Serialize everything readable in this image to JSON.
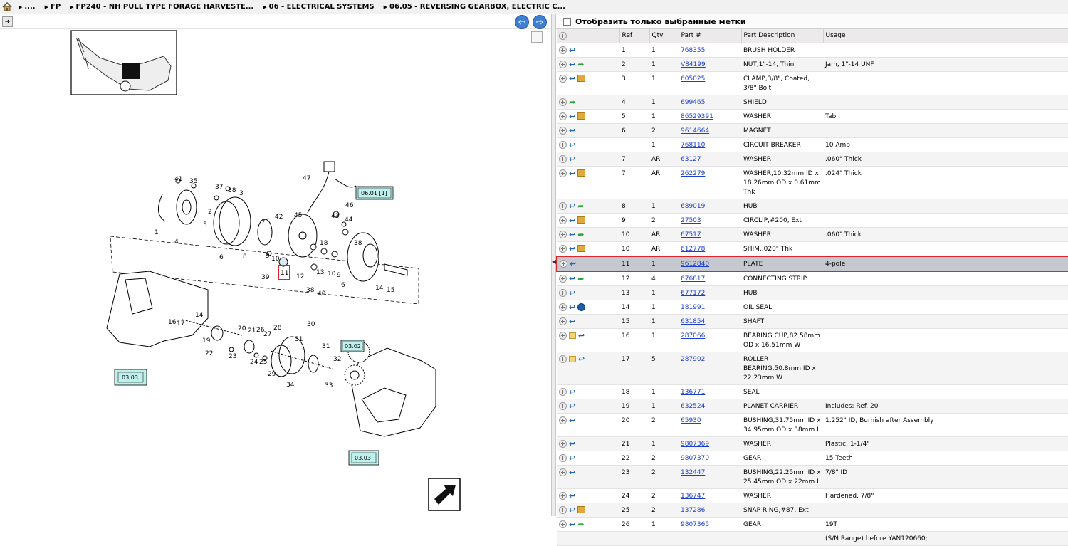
{
  "breadcrumbs": [
    "....",
    "FP",
    "FP240 - NH PULL TYPE FORAGE HARVESTE...",
    "06 - ELECTRICAL SYSTEMS",
    "06.05 - REVERSING GEARBOX, ELECTRIC C..."
  ],
  "filter_label": "Отобразить только выбранные метки",
  "columns": [
    "Ref",
    "Qty",
    "Part #",
    "Part Description",
    "Usage"
  ],
  "diagram": {
    "callouts": [
      "06.01 [1]",
      "03.02",
      "03.03",
      "03.03"
    ],
    "selected_ref": "11",
    "numbers": [
      "47",
      "46",
      "41",
      "35",
      "37",
      "38",
      "3",
      "2",
      "1",
      "4",
      "5",
      "6",
      "7",
      "8",
      "9",
      "10",
      "42",
      "45",
      "43",
      "44",
      "39",
      "11",
      "12",
      "18",
      "38",
      "13",
      "10",
      "9",
      "6",
      "14",
      "15",
      "40",
      "38",
      "16",
      "17",
      "20",
      "21",
      "26",
      "27",
      "28",
      "30",
      "31",
      "31",
      "32",
      "33",
      "29",
      "34",
      "22",
      "23",
      "24",
      "25",
      "19",
      "14"
    ]
  },
  "rows": [
    {
      "ref": "1",
      "qty": "1",
      "part": "768355",
      "desc": "BRUSH HOLDER",
      "usage": "",
      "icons": [
        "back"
      ]
    },
    {
      "ref": "2",
      "qty": "1",
      "part": "V84199",
      "desc": "NUT,1\"-14, Thin",
      "usage": "Jam, 1\"-14 UNF",
      "icons": [
        "back",
        "fwd"
      ]
    },
    {
      "ref": "3",
      "qty": "1",
      "part": "605025",
      "desc": "CLAMP,3/8\", Coated, 3/8\" Bolt",
      "usage": "",
      "icons": [
        "back",
        "box"
      ]
    },
    {
      "ref": "4",
      "qty": "1",
      "part": "699465",
      "desc": "SHIELD",
      "usage": "",
      "icons": [
        "fwd"
      ]
    },
    {
      "ref": "5",
      "qty": "1",
      "part": "86529391",
      "desc": "WASHER",
      "usage": "Tab",
      "icons": [
        "back",
        "box"
      ]
    },
    {
      "ref": "6",
      "qty": "2",
      "part": "9614664",
      "desc": "MAGNET",
      "usage": "",
      "icons": [
        "back"
      ]
    },
    {
      "ref": "",
      "qty": "1",
      "part": "768110",
      "desc": "CIRCUIT BREAKER",
      "usage": "10 Amp",
      "icons": [
        "back"
      ]
    },
    {
      "ref": "7",
      "qty": "AR",
      "part": "63127",
      "desc": "WASHER",
      "usage": ".060\" Thick",
      "icons": [
        "back"
      ]
    },
    {
      "ref": "7",
      "qty": "AR",
      "part": "262279",
      "desc": "WASHER,10.32mm ID x 18.26mm OD x 0.61mm Thk",
      "usage": ".024\" Thick",
      "icons": [
        "back",
        "box"
      ]
    },
    {
      "ref": "8",
      "qty": "1",
      "part": "689019",
      "desc": "HUB",
      "usage": "",
      "icons": [
        "back",
        "fwd"
      ]
    },
    {
      "ref": "9",
      "qty": "2",
      "part": "27503",
      "desc": "CIRCLIP,#200, Ext",
      "usage": "",
      "icons": [
        "back",
        "box"
      ]
    },
    {
      "ref": "10",
      "qty": "AR",
      "part": "67517",
      "desc": "WASHER",
      "usage": ".060\" Thick",
      "icons": [
        "back",
        "fwd"
      ]
    },
    {
      "ref": "10",
      "qty": "AR",
      "part": "612778",
      "desc": "SHIM,.020\" Thk",
      "usage": "",
      "icons": [
        "back",
        "box"
      ]
    },
    {
      "ref": "11",
      "qty": "1",
      "part": "9612840",
      "desc": "PLATE",
      "usage": "4-pole",
      "icons": [
        "back"
      ],
      "selected": true
    },
    {
      "ref": "12",
      "qty": "4",
      "part": "676817",
      "desc": "CONNECTING STRIP",
      "usage": "",
      "icons": [
        "back",
        "fwd"
      ]
    },
    {
      "ref": "13",
      "qty": "1",
      "part": "677172",
      "desc": "HUB",
      "usage": "",
      "icons": [
        "back"
      ]
    },
    {
      "ref": "14",
      "qty": "1",
      "part": "181991",
      "desc": "OIL SEAL",
      "usage": "",
      "icons": [
        "back",
        "globe"
      ]
    },
    {
      "ref": "15",
      "qty": "1",
      "part": "631854",
      "desc": "SHAFT",
      "usage": "",
      "icons": [
        "back"
      ]
    },
    {
      "ref": "16",
      "qty": "1",
      "part": "287066",
      "desc": "BEARING CUP,82.58mm OD x 16.51mm W",
      "usage": "",
      "icons": [
        "note",
        "back"
      ]
    },
    {
      "ref": "17",
      "qty": "5",
      "part": "287902",
      "desc": "ROLLER BEARING,50.8mm ID x 22.23mm W",
      "usage": "",
      "icons": [
        "note",
        "back"
      ]
    },
    {
      "ref": "18",
      "qty": "1",
      "part": "136771",
      "desc": "SEAL",
      "usage": "",
      "icons": [
        "back"
      ]
    },
    {
      "ref": "19",
      "qty": "1",
      "part": "632524",
      "desc": "PLANET CARRIER",
      "usage": "Includes: Ref. 20",
      "icons": [
        "back"
      ]
    },
    {
      "ref": "20",
      "qty": "2",
      "part": "65930",
      "desc": "BUSHING,31.75mm ID x 34.95mm OD x 38mm L",
      "usage": "1.252\" ID, Burnish after Assembly",
      "icons": [
        "back"
      ]
    },
    {
      "ref": "21",
      "qty": "1",
      "part": "9807369",
      "desc": "WASHER",
      "usage": "Plastic, 1-1/4\"",
      "icons": [
        "back"
      ]
    },
    {
      "ref": "22",
      "qty": "2",
      "part": "9807370",
      "desc": "GEAR",
      "usage": "15 Teeth",
      "icons": [
        "back"
      ]
    },
    {
      "ref": "23",
      "qty": "2",
      "part": "132447",
      "desc": "BUSHING,22.25mm ID x 25.45mm OD x 22mm L",
      "usage": "7/8\" ID",
      "icons": [
        "back"
      ]
    },
    {
      "ref": "24",
      "qty": "2",
      "part": "136747",
      "desc": "WASHER",
      "usage": "Hardened, 7/8\"",
      "icons": [
        "back"
      ]
    },
    {
      "ref": "25",
      "qty": "2",
      "part": "137286",
      "desc": "SNAP RING,#87, Ext",
      "usage": "",
      "icons": [
        "back",
        "box"
      ]
    },
    {
      "ref": "26",
      "qty": "1",
      "part": "9807365",
      "desc": "GEAR",
      "usage": "19T",
      "icons": [
        "back",
        "fwd"
      ]
    },
    {
      "ref": "",
      "qty": "",
      "part": "",
      "desc": "",
      "usage": "(S/N Range) before YAN120660;",
      "icons": []
    }
  ]
}
